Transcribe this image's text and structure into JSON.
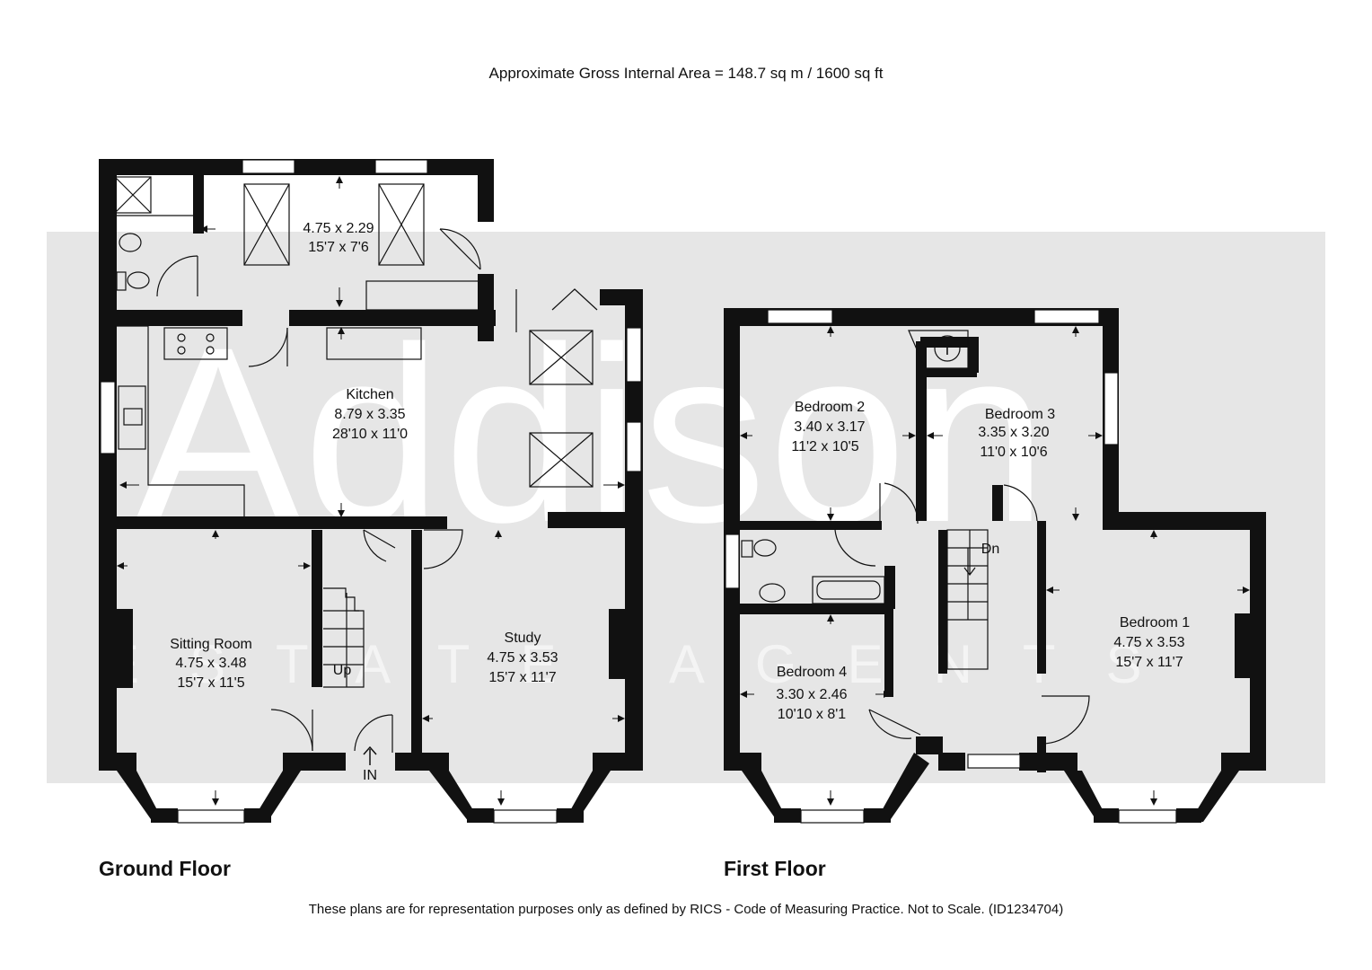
{
  "header": {
    "area_text": "Approximate Gross Internal Area = 148.7 sq m / 1600 sq ft"
  },
  "watermark": {
    "brand": "Addison",
    "tagline": "ESTATE AGENTS"
  },
  "floors": {
    "ground": {
      "label": "Ground Floor",
      "rooms": {
        "rear": {
          "dims_m": "4.75 x 2.29",
          "dims_ft": "15'7 x 7'6"
        },
        "kitchen": {
          "name": "Kitchen",
          "dims_m": "8.79 x 3.35",
          "dims_ft": "28'10 x 11'0"
        },
        "sitting": {
          "name": "Sitting Room",
          "dims_m": "4.75 x 3.48",
          "dims_ft": "15'7 x 11'5"
        },
        "study": {
          "name": "Study",
          "dims_m": "4.75 x 3.53",
          "dims_ft": "15'7  x 11'7"
        }
      },
      "stair_label": "Up",
      "entrance_label": "IN"
    },
    "first": {
      "label": "First Floor",
      "rooms": {
        "bed2": {
          "name": "Bedroom 2",
          "dims_m": "3.40 x 3.17",
          "dims_ft": "11'2 x 10'5"
        },
        "bed3": {
          "name": "Bedroom 3",
          "dims_m": "3.35 x 3.20",
          "dims_ft": "11'0 x 10'6"
        },
        "bed4": {
          "name": "Bedroom 4",
          "dims_m": "3.30 x 2.46",
          "dims_ft": "10'10 x 8'1"
        },
        "bed1": {
          "name": "Bedroom 1",
          "dims_m": "4.75 x 3.53",
          "dims_ft": "15'7 x 11'7"
        }
      },
      "stair_label": "Dn",
      "cupboard_label": "T"
    }
  },
  "footer": {
    "disclaimer": "These plans are for representation purposes only as defined by RICS - Code of Measuring Practice. Not to Scale. (ID1234704)"
  }
}
